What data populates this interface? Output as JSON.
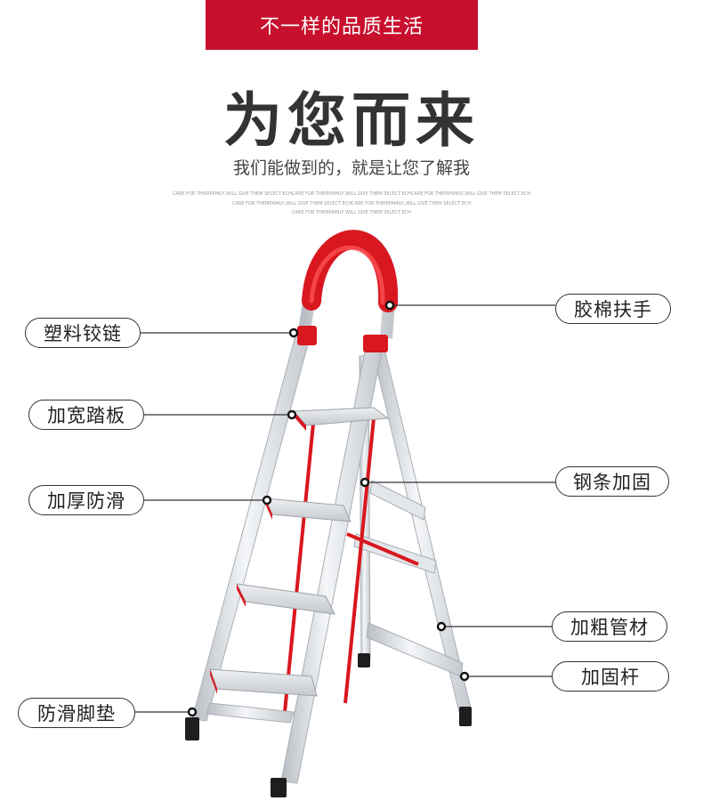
{
  "banner": {
    "text": "不一样的品质生活"
  },
  "headline": "为您而来",
  "subtitle": "我们能做到的，就是让您了解我",
  "fine_print": [
    "CARE FOR THEIRFAMILY,WILL GIVE THEM SELECT ECHCARE FOR THEIRFAMILY,WILL GIVE THEM SELECT ECHCARE FOR THEIRFAMILY,WILL GIVE THEM SELECT ECH",
    "CARE FOR THEIRFAMILY,WILL GIVE THEM SELECT ECHCARE FOR THEIRFAMILY,WILL GIVE THEM SELECT ECH",
    "CARE FOR THEIRFAMILY,WILL GIVE THEM SELECT ECH"
  ],
  "callouts": {
    "plastic_hinge": "塑料铰链",
    "wide_pedal": "加宽踏板",
    "thick_antislip": "加厚防滑",
    "antislip_foot": "防滑脚垫",
    "foam_handrail": "胶棉扶手",
    "steel_bar": "钢条加固",
    "thick_tube": "加粗管材",
    "reinforce_rod": "加固杆"
  },
  "colors": {
    "accent": "#c8102e",
    "frame": "#d9dde2",
    "line": "#333333"
  }
}
